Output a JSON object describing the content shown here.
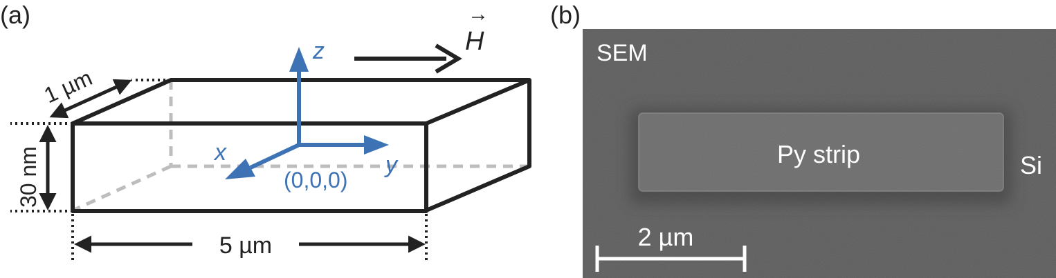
{
  "panel_a": {
    "label": "(a)",
    "dim_width": "1 µm",
    "dim_thickness": "30 nm",
    "dim_length": "5 µm",
    "axis_x": "x",
    "axis_y": "y",
    "axis_z": "z",
    "origin": "(0,0,0)",
    "field_symbol": "H",
    "field_arrow_glyph": "→",
    "colors": {
      "outline": "#222222",
      "hidden": "#bdbdbd",
      "axes": "#3d72b4"
    }
  },
  "panel_b": {
    "label": "(b)",
    "imaging": "SEM",
    "strip_label": "Py strip",
    "substrate_label": "Si",
    "scalebar_label": "2 µm",
    "colors": {
      "background": "#5b5b5b",
      "strip": "#6b6b6b",
      "text": "#ffffff"
    }
  }
}
